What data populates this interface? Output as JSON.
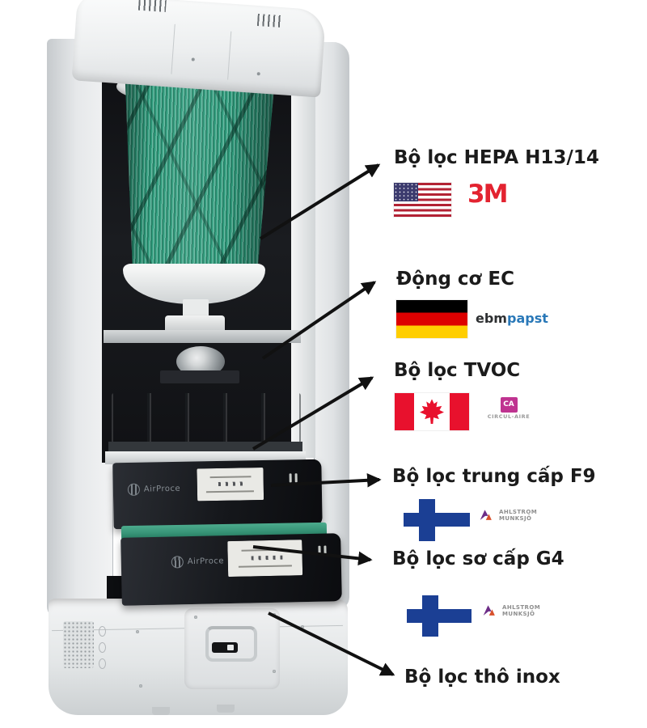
{
  "machine": {
    "drawer1_brand": "AirProce",
    "drawer2_brand": "AirProce"
  },
  "annotations": {
    "hepa": {
      "label": "Bộ lọc HEPA H13/14",
      "flag_icon": "us-flag-icon",
      "brand": "3M"
    },
    "motor": {
      "label": "Động cơ EC",
      "flag_icon": "germany-flag-icon",
      "brand_ebm": "ebm",
      "brand_papst": "papst"
    },
    "tvoc": {
      "label": "Bộ lọc TVOC",
      "flag_icon": "canada-flag-icon",
      "brand_mark": "CA",
      "brand": "CIRCUL-AIRE"
    },
    "f9": {
      "label": "Bộ lọc trung cấp F9",
      "flag_icon": "finland-flag-icon",
      "brand_line1": "AHLSTROM",
      "brand_line2": "MUNKSJÖ"
    },
    "g4": {
      "label": "Bộ lọc sơ cấp G4",
      "flag_icon": "finland-flag-icon",
      "brand_line1": "AHLSTROM",
      "brand_line2": "MUNKSJÖ"
    },
    "inox": {
      "label": "Bộ lọc thô inox"
    }
  },
  "colors": {
    "label_text": "#1b1b1b",
    "arrow": "#111111",
    "logo_3m_red": "#e32330",
    "flag_us_red": "#b22234",
    "flag_us_blue": "#3c3b6e",
    "flag_de_red": "#dd0000",
    "flag_de_gold": "#ffce00",
    "flag_ca_red": "#e8112d",
    "flag_fi_blue": "#1b3f94",
    "logo_circulaire_magenta": "#bf3390",
    "logo_ahlstrom_purple": "#6d2d87",
    "logo_ahlstrom_orange": "#d8502c",
    "logo_ebmpapst_blue": "#2978b8",
    "hepa_filter_green": "#2f9e7e"
  }
}
